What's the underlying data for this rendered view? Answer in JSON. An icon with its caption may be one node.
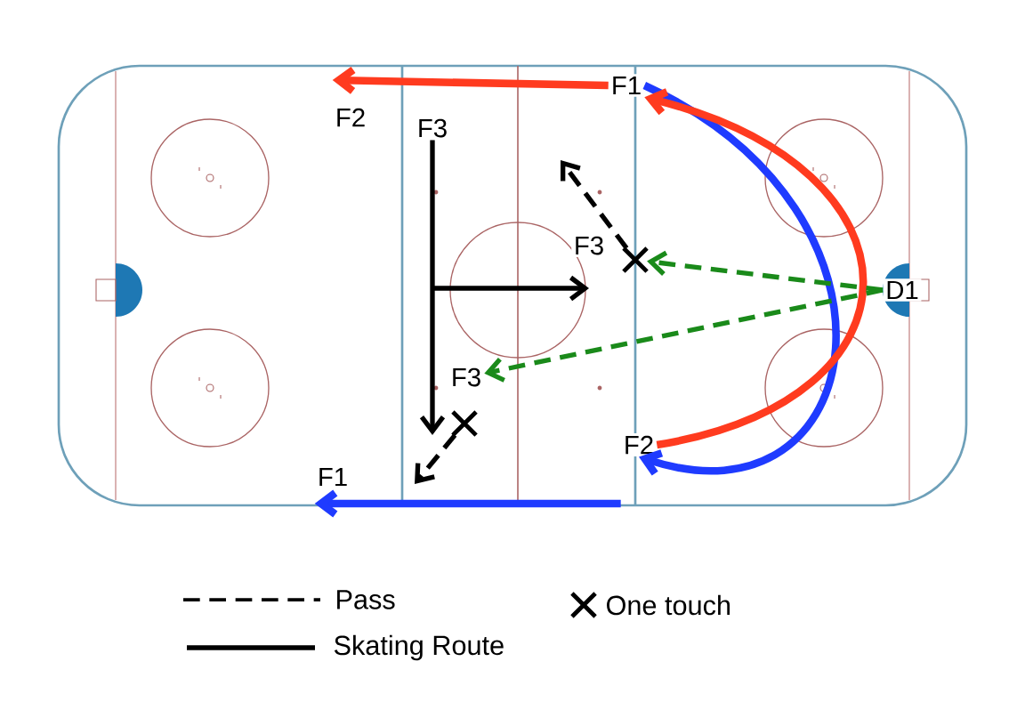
{
  "diagram": {
    "nodes": [
      {
        "text": [
          "F1"
        ]
      },
      {
        "text": [
          "F2"
        ]
      },
      {
        "text": [
          "F3"
        ]
      },
      {
        "text": [
          "F3"
        ]
      },
      {
        "text": [],
        "shape": "cross"
      },
      {
        "text": [
          "D1"
        ]
      },
      {
        "text": [
          "F3"
        ]
      },
      {
        "text": [],
        "shape": "cross"
      },
      {
        "text": [
          "F2"
        ]
      },
      {
        "text": [
          "F1"
        ]
      }
    ],
    "edges": [
      {
        "from": 0,
        "to": 1,
        "arrow": "to",
        "color": "#ff3b1f"
      },
      {
        "from": 0,
        "to": 8,
        "arrow": "to",
        "color": "#1f3bff"
      },
      {
        "from": 8,
        "to": 0,
        "arrow": "to",
        "color": "#ff3b1f"
      },
      {
        "from": 8,
        "to": 9,
        "arrow": "to",
        "color": "#1f3bff"
      },
      {
        "from": 2,
        "to": 7,
        "arrow": "to"
      },
      {
        "from": null,
        "to": 3,
        "arrow": "to"
      },
      {
        "from": 5,
        "to": 4,
        "arrow": "to",
        "style": "dashed",
        "color": "#1a8a1a"
      },
      {
        "from": 4,
        "to": null,
        "arrow": "to",
        "style": "dashed"
      },
      {
        "from": 5,
        "to": 6,
        "arrow": "to",
        "style": "dashed",
        "color": "#1a8a1a"
      },
      {
        "from": 7,
        "to": null,
        "arrow": "to",
        "style": "dashed"
      }
    ],
    "legend": [
      {
        "text": "Pass"
      },
      {
        "text": "Skating Route"
      },
      {
        "text": "One touch"
      }
    ]
  }
}
